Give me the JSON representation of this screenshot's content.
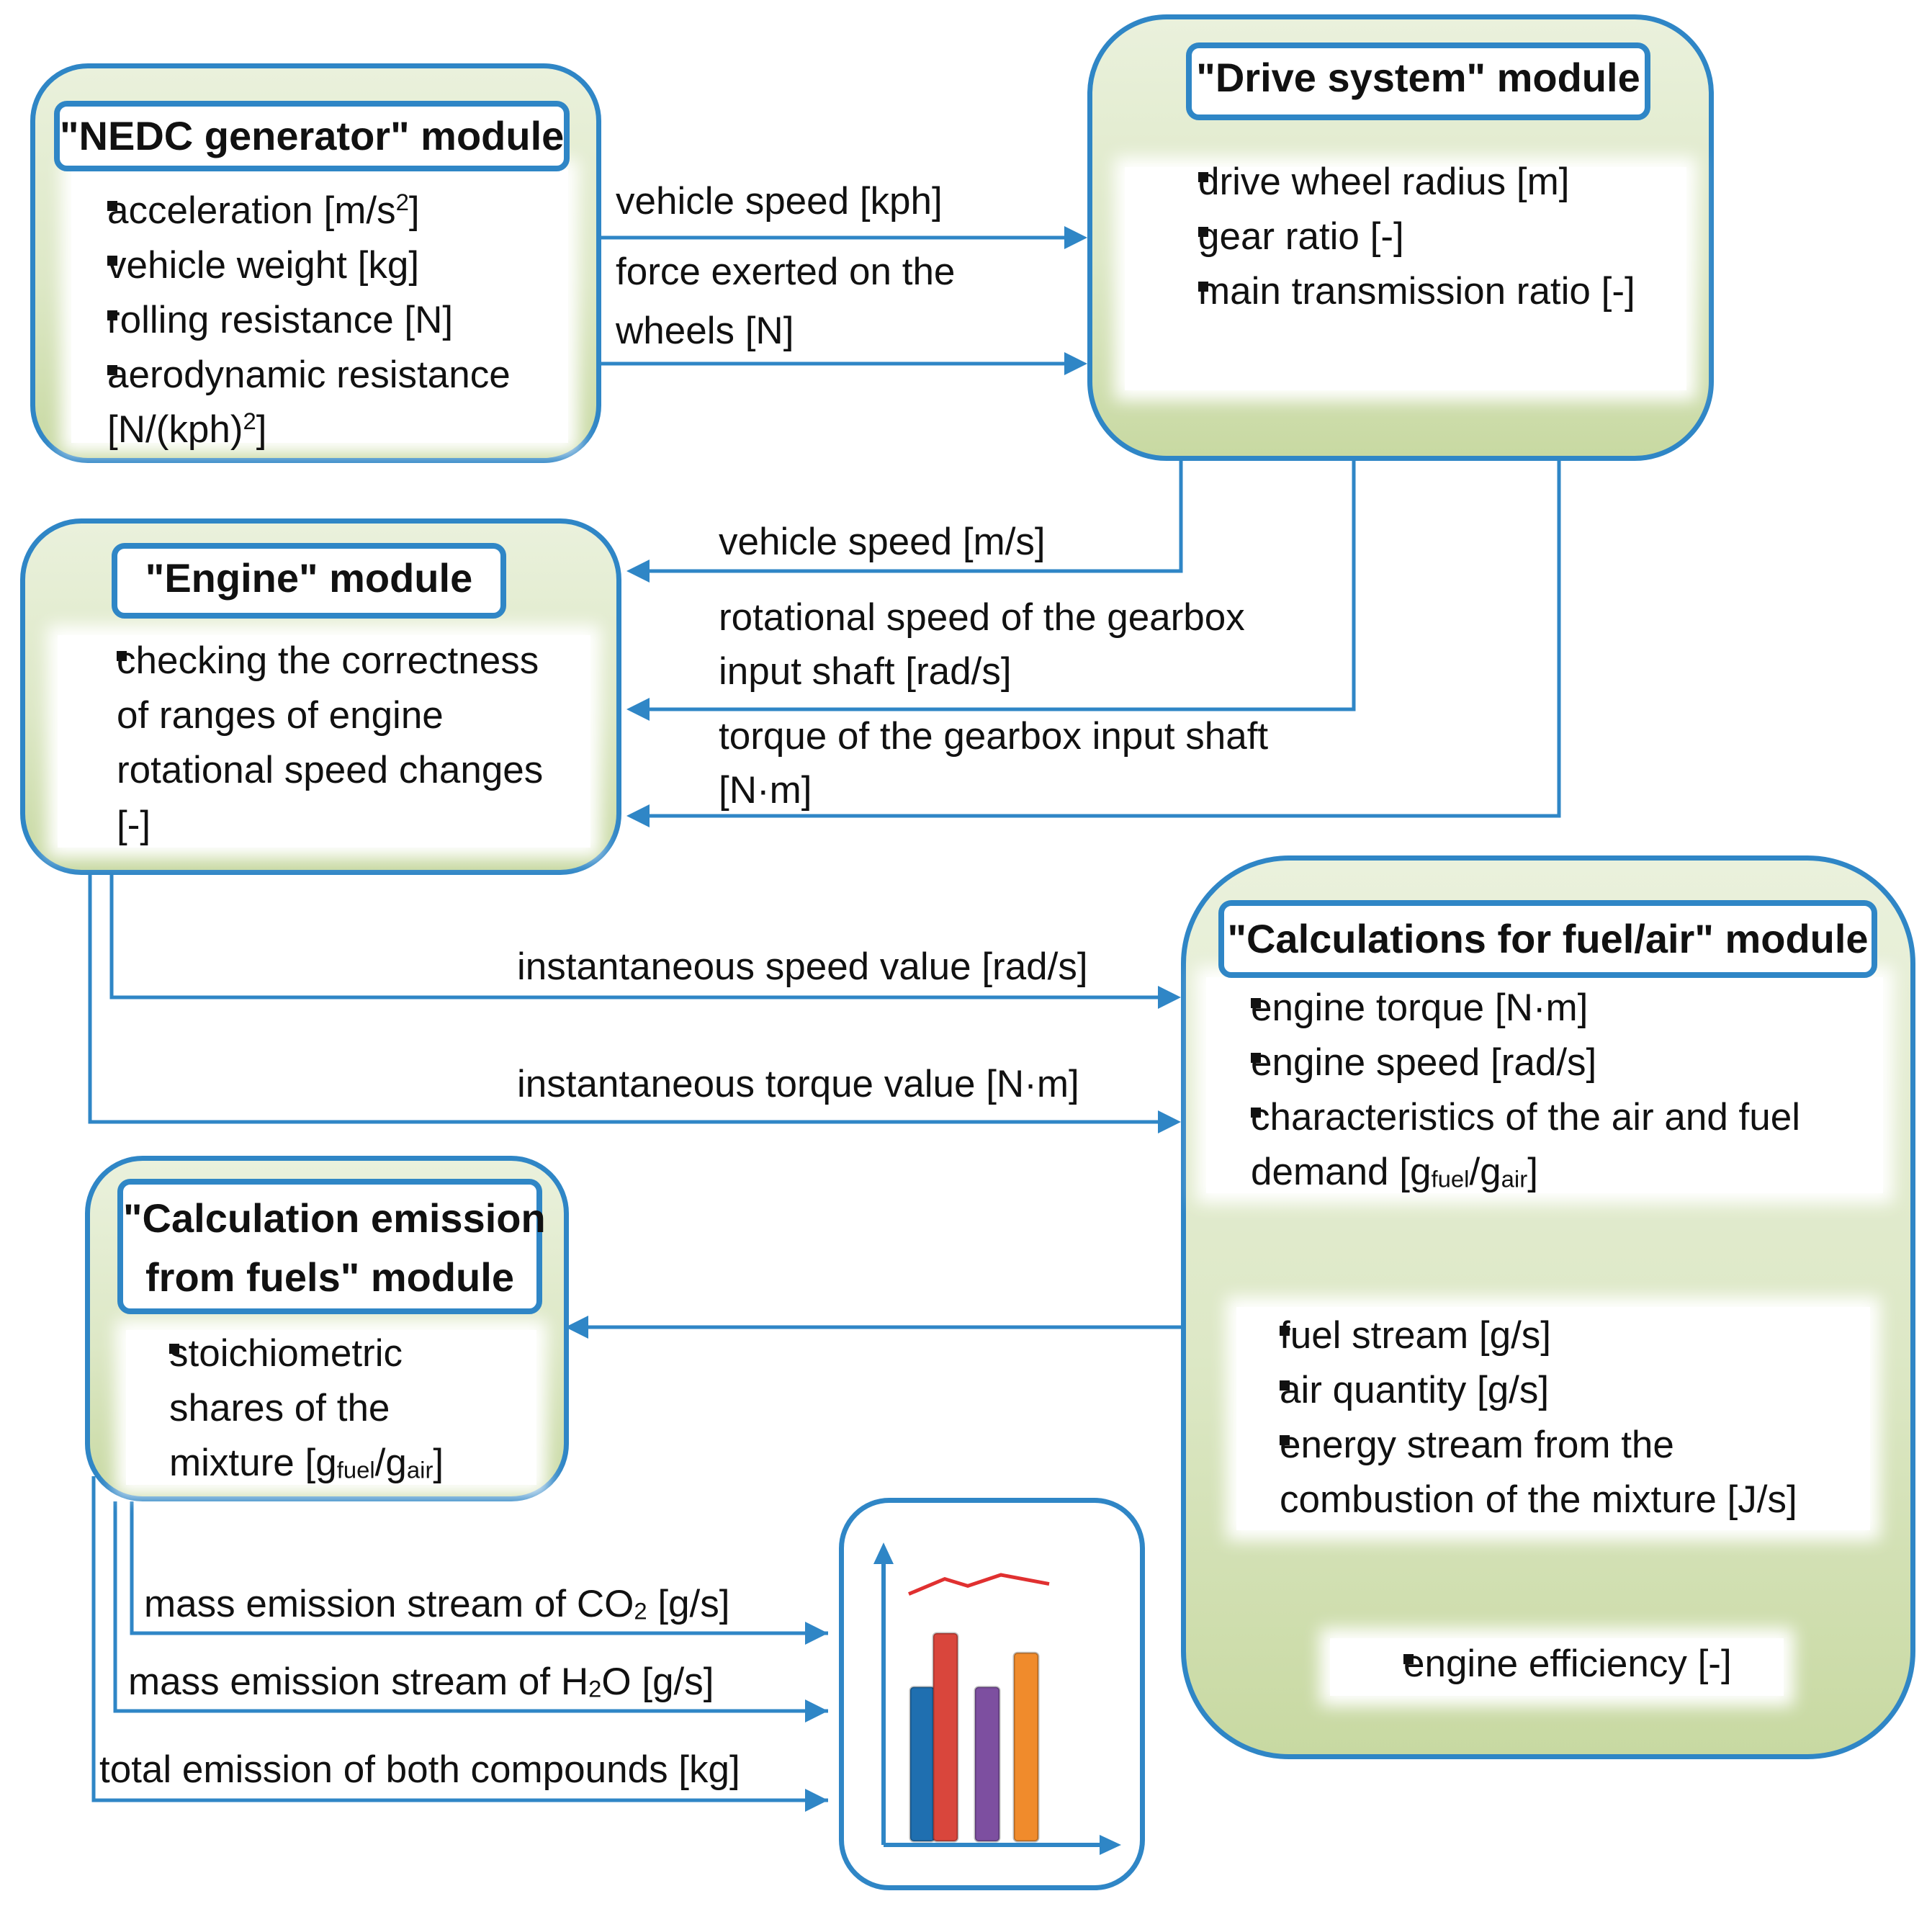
{
  "nedc": {
    "title": "\"NEDC generator\" module",
    "items": [
      "acceleration [m/s",
      "vehicle weight [kg]",
      "rolling resistance [N]",
      "aerodynamic resistance"
    ],
    "acc_sup": "2",
    "acc_end": "]",
    "aero_line2_start": "[N/(kph)",
    "aero_sup": "2",
    "aero_end": "]"
  },
  "drive": {
    "title": "\"Drive system\" module",
    "items": [
      "drive wheel radius [m]",
      "gear ratio [-]",
      "main transmission ratio [-]"
    ]
  },
  "engine": {
    "title": "\"Engine\" module",
    "item_lines": [
      "checking the correctness",
      "of ranges of engine",
      "rotational speed changes",
      "[-]"
    ]
  },
  "fuelair": {
    "title": "\"Calculations for fuel/air\" module",
    "items": [
      "engine torque [N·m]",
      "engine speed [rad/s]",
      "characteristics of the air and fuel"
    ],
    "demand_start": "demand [g",
    "demand_sub1": "fuel",
    "demand_mid": "/g",
    "demand_sub2": "air",
    "demand_end": "]",
    "outputs": [
      "fuel stream [g/s]",
      "air quantity [g/s]",
      "energy stream from the"
    ],
    "output_line2": "combustion of the mixture [J/s]",
    "efficiency": "engine efficiency [-]"
  },
  "emission": {
    "title_line1": "\"Calculation emission",
    "title_line2": "from fuels\" module",
    "item_lines": [
      "stoichiometric",
      "shares of the"
    ],
    "mix_start": "mixture [g",
    "mix_sub1": "fuel",
    "mix_mid": "/g",
    "mix_sub2": "air",
    "mix_end": "]"
  },
  "flows": {
    "vehicle_speed_kph": "vehicle speed [kph]",
    "force_line1": "force exerted on the",
    "force_line2": "wheels [N]",
    "vehicle_speed_ms": "vehicle speed [m/s]",
    "rot_line1": "rotational speed of the gearbox",
    "rot_line2": "input shaft [rad/s]",
    "torque_line1": "torque of the gearbox input shaft",
    "torque_line2": "[N·m]",
    "inst_speed": "instantaneous speed value [rad/s]",
    "inst_torque": "instantaneous torque value [N·m]",
    "co2_start": "mass emission stream of CO",
    "co2_sub": "2",
    "co2_end": " [g/s]",
    "h2o_start": "mass emission stream of H",
    "h2o_sub": "2",
    "h2o_end": "O [g/s]",
    "total": "total emission of both compounds [kg]"
  },
  "colors": {
    "connector": "#2f86c6",
    "bar_blue": "#1f6fb0",
    "bar_red": "#d9463c",
    "bar_purple": "#7d4fa0",
    "bar_orange": "#f08b2c",
    "trend_line": "#e03030"
  },
  "chart_icon": {
    "bars": [
      0.63,
      0.85,
      0.63,
      0.77
    ],
    "trend": [
      0.62,
      0.92,
      0.78,
      1.0,
      0.82
    ]
  }
}
